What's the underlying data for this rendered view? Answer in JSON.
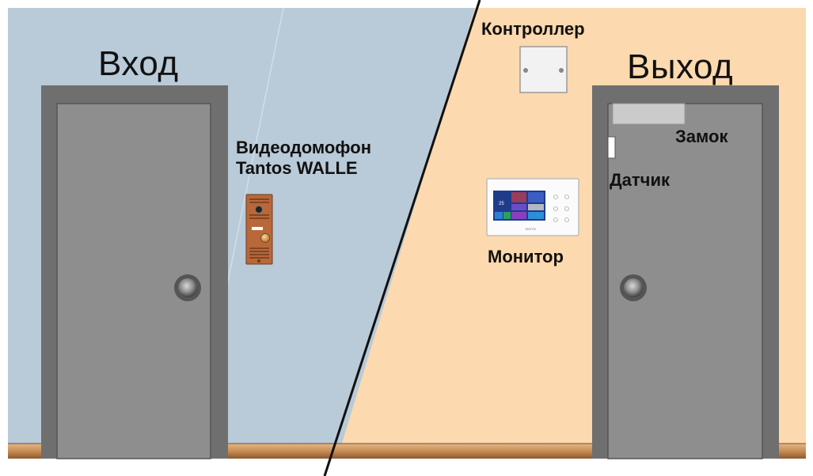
{
  "labels": {
    "entrance": "Вход",
    "exit": "Выход",
    "intercom_line1": "Видеодомофон",
    "intercom_line2": "Tantos WALLE",
    "controller": "Контроллер",
    "monitor": "Монитор",
    "lock": "Замок",
    "sensor": "Датчик"
  },
  "monitor_screen": {
    "date_day": "25",
    "brand": "TANTOS"
  },
  "colors": {
    "outside_wall": "#b9cad8",
    "inside_wall": "#fcd9ae",
    "door": "#8e8e8e",
    "door_frame": "#6f6f6f",
    "baseboard": "#c78d55",
    "intercom_panel": "#b9683a"
  }
}
